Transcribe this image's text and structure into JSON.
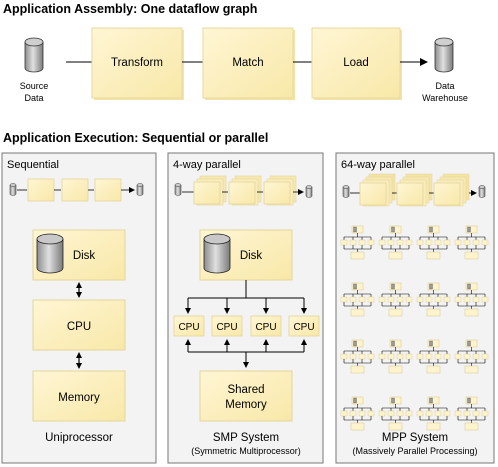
{
  "assembly": {
    "heading": "Application Assembly: One dataflow graph",
    "source_label": [
      "Source",
      "Data"
    ],
    "stages": [
      "Transform",
      "Match",
      "Load"
    ],
    "target_label": [
      "Data",
      "Warehouse"
    ]
  },
  "execution": {
    "heading": "Application Execution: Sequential or parallel",
    "sequential": {
      "title": "Sequential",
      "disk": "Disk",
      "cpu": "CPU",
      "memory": "Memory",
      "caption": "Uniprocessor"
    },
    "smp": {
      "title": "4-way parallel",
      "disk": "Disk",
      "cpus": [
        "CPU",
        "CPU",
        "CPU",
        "CPU"
      ],
      "memory": [
        "Shared",
        "Memory"
      ],
      "caption": "SMP System",
      "subcaption": "(Symmetric Multiprocessor)"
    },
    "mpp": {
      "title": "64-way parallel",
      "caption": "MPP System",
      "subcaption": "(Massively Parallel Processing)"
    }
  },
  "colors": {
    "box_fill": "#fdf3cc",
    "box_stroke": "#e8d89a",
    "panel_fill": "#f2f2f2",
    "panel_stroke": "#777777",
    "disk_fill": "#b5b5b5",
    "line": "#000000"
  },
  "icons": [
    "database-cylinder-icon",
    "arrow-icon"
  ]
}
